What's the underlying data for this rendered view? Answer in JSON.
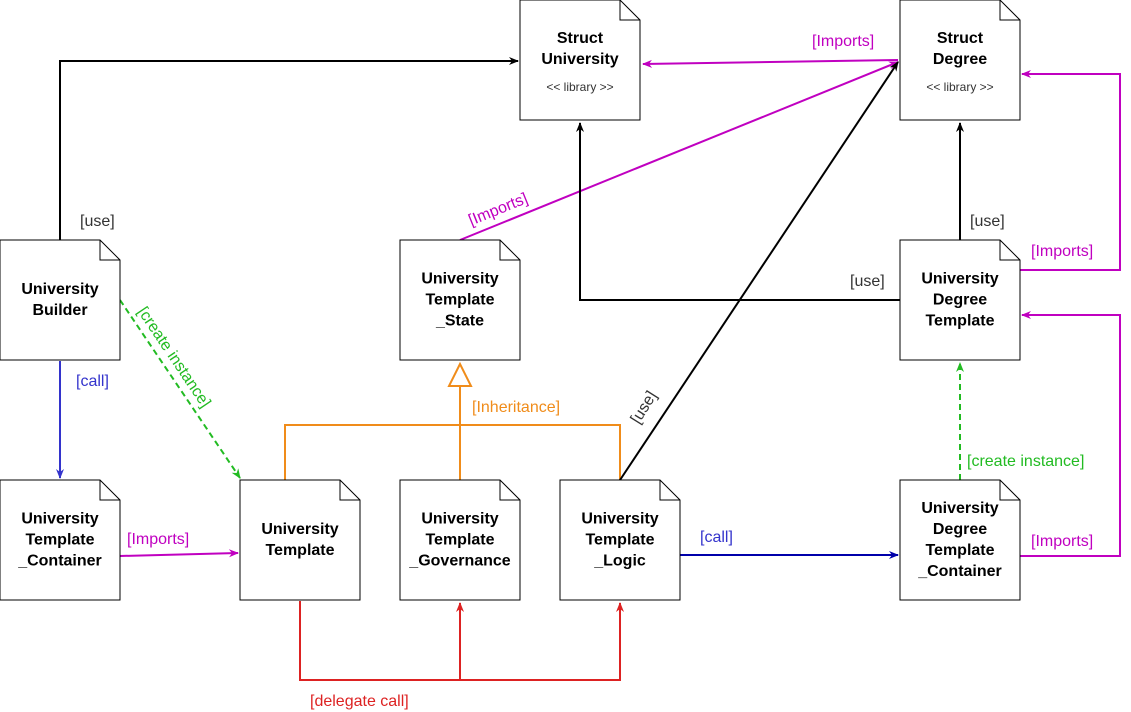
{
  "colors": {
    "use": "#000000",
    "imports": "#c000c0",
    "call": "#3333cc",
    "call_logic": "#0000aa",
    "create_instance": "#22bb22",
    "inheritance": "#f08c1a",
    "delegate_call": "#dd2222",
    "node_border": "#000000",
    "node_fill": "#ffffff"
  },
  "nodes": {
    "struct_university": {
      "lines": [
        "Struct",
        "University"
      ],
      "stereotype": "<< library >>"
    },
    "struct_degree": {
      "lines": [
        "Struct",
        "Degree"
      ],
      "stereotype": "<< library >>"
    },
    "university_builder": {
      "lines": [
        "University",
        "Builder"
      ]
    },
    "university_template_state": {
      "lines": [
        "University",
        "Template",
        "_State"
      ]
    },
    "university_degree_template": {
      "lines": [
        "University",
        "Degree",
        "Template"
      ]
    },
    "university_template_container": {
      "lines": [
        "University",
        "Template",
        "_Container"
      ]
    },
    "university_template": {
      "lines": [
        "University",
        "Template"
      ]
    },
    "university_template_governance": {
      "lines": [
        "University",
        "Template",
        "_Governance"
      ]
    },
    "university_template_logic": {
      "lines": [
        "University",
        "Template",
        "_Logic"
      ]
    },
    "university_degree_template_container": {
      "lines": [
        "University",
        "Degree",
        "Template",
        "_Container"
      ]
    }
  },
  "edge_labels": {
    "builder_use": "[use]",
    "state_imports": "[Imports]",
    "degree_to_university_imports": "[Imports]",
    "degree_template_use_degree": "[use]",
    "degree_template_use_university": "[use]",
    "degree_template_imports": "[Imports]",
    "builder_call": "[call]",
    "builder_create_instance": "[create instance]",
    "inheritance": "[Inheritance]",
    "logic_use": "[use]",
    "container_imports": "[Imports]",
    "logic_call": "[call]",
    "degree_create_instance": "[create instance]",
    "degree_container_imports": "[Imports]",
    "delegate_call": "[delegate call]"
  }
}
